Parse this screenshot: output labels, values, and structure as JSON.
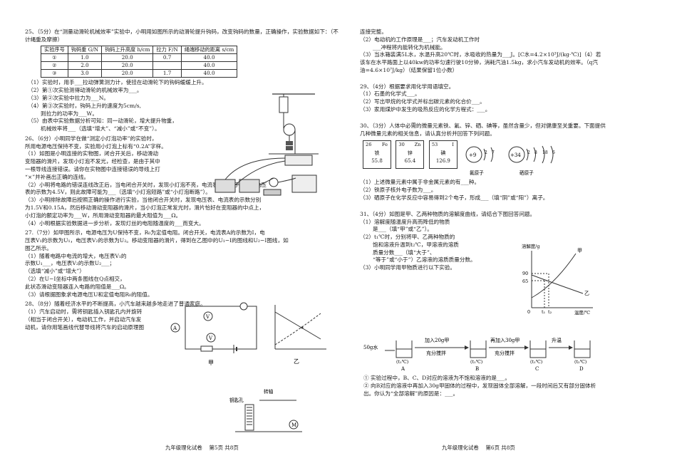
{
  "left": {
    "q25": {
      "intro": "25、（5分）在“测量动滑轮机械效率”实验中，小明用如图所示的动滑轮提升钩码，改变钩码的数量，正确操作，实验数据如下：（不计绳重及摩擦）",
      "table": {
        "headers": [
          "实验序号",
          "钩码重 G/N",
          "钩码上升高度 h/cm",
          "拉力 F/N",
          "绳端移动的距离 s/cm"
        ],
        "rows": [
          [
            "①",
            "1.0",
            "20.0",
            "0.7",
            "40.0"
          ],
          [
            "②",
            "2.0",
            "20.0",
            "",
            "40.0"
          ],
          [
            "③",
            "3.0",
            "20.0",
            "1.7",
            "40.0"
          ]
        ]
      },
      "p1": "（1）实验时，用手___拉动弹簧测力计，使挂在动滑轮下的钩码缓缓上升。",
      "p2": "（2）第①次实验测得动滑轮的机械效率为___。",
      "p3": "（3）第②次实验中拉力为___N。",
      "p4a": "（4）第③次实验时，钩码上升的速度为5cm/s,",
      "p4b": "则拉力的功率为___W。",
      "p5a": "（5）由表中实验数据分析可知：同一动滑轮，增大提升物重，",
      "p5b": "机械效率将___（选填“增大”、“减小”或“不变”）。"
    },
    "q26": {
      "l1": "26、（6分）小明同学在做“测定小灯泡功率”的实验时，",
      "l2": "所用电源电压保持不变，实验用小灯泡上标有“0.2A”字样。",
      "l3": "（1）如图是小明连接的实物图，闭合开关后，移动滑动",
      "l4": "变阻器的滑片，发现小灯泡不发光，经检查，是由于其中",
      "l5": "一根导线连接错误。请你在实物图中连接错误的导线上打",
      "l6": "“×”并补画出正确的连线。",
      "l7": "（2）小明将电路的错误连线改正后，当电闭合开关时，发现小灯泡不亮，电流表指针几乎不动，电压",
      "l8": "表的示数为4.5V，则此故障可能为___（选填“小灯泡短路”或“小灯泡断路”）。",
      "l9": "（3）小明排除故障后按照正确的操作进行实验，当他闭合开关时，发现电压表、电流表的示数分别",
      "l10": "为1.5V和0.15A，然后移动滑动变阻器的滑片，当小灯泡正常发光时，滑片恰好在变阻器的中点上，",
      "l11": "小灯泡的额定功率为___W，所用滑动变阻器的最大阻值为___Ω。",
      "l12": "（4）小明根据实验数据进一步分析，发现灯丝的电阻随温度的___而变大。"
    },
    "q27": {
      "l1": "27.（7分）如甲图所示，电源电压为U保持不变，R₀为定值电阻。闭合开关，电流表A的示数为I，电",
      "l2": "压表V₁的示数为U₁，电压表V₂的示数为U₂。移动变阻器的滑片，得到在乙图中的U₁−I的图线和U₂−I图线，如",
      "l3": "图乙所示。",
      "l4": "（1）随着电路中电流的增大，电压表V₁的",
      "l5": "示数U₁___，电压表V₂的示数U₂___；",
      "l6": "（选填“减小”或“增大”）",
      "l7": "（2）在U−I坐标中两条图线在Q点相交，",
      "l8": "此状态滑动变阻器连入电路的阻值是___Ω。",
      "l9": "（3）请根据图象求电源电压U和定值电阻R₀的阻值。",
      "fig_jia": "甲",
      "fig_yi": "乙"
    },
    "q28": {
      "l1": "28、（8分）随着经济水平的不断提高，小汽车越来越多地走进了普通家庭。",
      "l2": "（1）汽车启动时，需将钥匙插入钥匙孔内并旋转",
      "l3": "（相当于闭合开关），电动机工作，并启动汽车发",
      "l4": "动机，请你用笔画线代替导线将汽车的启动原理图",
      "label_keyhole": "钥匙孔",
      "label_shaft": "转轴"
    },
    "footer": "九年级理化试卷　 第5页 共8页"
  },
  "right": {
    "q28cont": {
      "l1": "连接完整。",
      "l2": "（2）电动机的工作原理是___；汽车发动机工作时",
      "l3": "___冲程将内能转化为机械能。",
      "l4": "（3）当水箱装满5L水，水温升高20℃时，水吸收的热量为___J。[C水=4.2×10³J/(kg·℃)]（4）若",
      "l5": "该车在水平路面上以40kw的功率匀速行驶10分钟，消耗汽油1.5kg，求小汽车发动机的效率。（q汽",
      "l6": "油=4.6×10⁷J/kg）（结果保留1位小数）"
    },
    "q29": {
      "l1": "29、（4分）根据要求用化学用语填空。",
      "l2": "（1）石墨的化学式___。",
      "l3": "（2）写出甲烷的化学式并标出碳元素的化合价___。",
      "l4": "（3）家用煤炉中发生的吸热反应的化学方程式：___。"
    },
    "q30": {
      "l1": "30、（3分）人体中必需的微量元素铁、氟、锌、硒、碘等，虽然含量少，但对健康至关重要。下面提供",
      "l2": "几种微量元素的相关信息，请认真分析并回答下列问题。",
      "elements": [
        {
          "num": "26",
          "sym": "Fe",
          "name": "铁",
          "mass": "55.8"
        },
        {
          "num": "30",
          "sym": "Zn",
          "name": "锌",
          "mass": "65.4"
        },
        {
          "num": "53",
          "sym": "I",
          "name": "碘",
          "mass": "126.9"
        }
      ],
      "atom1_label": "氟原子",
      "atom1_nucleus": "+9",
      "atom1_shells": [
        "2",
        "7"
      ],
      "atom2_label": "硒原子",
      "atom2_nucleus": "+34",
      "atom2_shells": [
        "2",
        "8",
        "18",
        "6"
      ],
      "l3": "（1）上述微量元素中属于非金属元素的有___种。",
      "l4": "（2）铁原子核外电子数为___。",
      "l5": "（3）硒原子在化学反应中容易得到2个电子，形成___（填“阴”或“阳”）离子。"
    },
    "q31": {
      "l1": "31、（4分）如图是甲、乙两种物质的溶解度曲线，请结合下图回答问题。",
      "l2": "（1）溶解度随温度升高而降低的物质",
      "l3": "是___（填“甲”或“乙”）。",
      "l4": "（2）t₁℃时，分别将甲、乙两种物质的",
      "l5": "饱和溶液升温到t₂℃，甲溶液的溶质",
      "l6": "质量分数___（填“大于”、",
      "l7": "“等于”或“小于”）乙溶液的溶质质量分数。",
      "l8": "（3）小明同学用甲物质进行以下实验。",
      "graph_ylabel": "溶解度/g",
      "graph_xlabel": "温度/℃",
      "graph_jia": "甲",
      "graph_yi": "乙",
      "graph_y90": "90",
      "graph_y65": "65",
      "graph_origin": "0",
      "graph_t1": "t₁",
      "graph_t2": "t₂",
      "exp_water": "50g水",
      "exp_step1a": "加入20g甲",
      "exp_step1b": "充分搅拌",
      "exp_step2a": "再加入30g甲",
      "exp_step2b": "充分搅拌",
      "exp_step3": "升温",
      "beakers": [
        {
          "temp": "(t₁℃)",
          "label": "A"
        },
        {
          "temp": "(t₁℃)",
          "label": "B"
        },
        {
          "temp": "(t₁℃)",
          "label": "C"
        },
        {
          "temp": "(t₂℃)",
          "label": "D"
        }
      ],
      "l9": "① 实验过程中，B、C、D对应的溶液为不饱和溶液的是___。",
      "l10": "② 向B对应的溶液中再加入30g甲固体的过程中，发现固体全部溶解，一段时间后又有部分固体析",
      "l11": "出。你认为“全部溶解”的原因是：___。"
    },
    "footer": "九年级理化试卷　 第6页 共8页"
  }
}
